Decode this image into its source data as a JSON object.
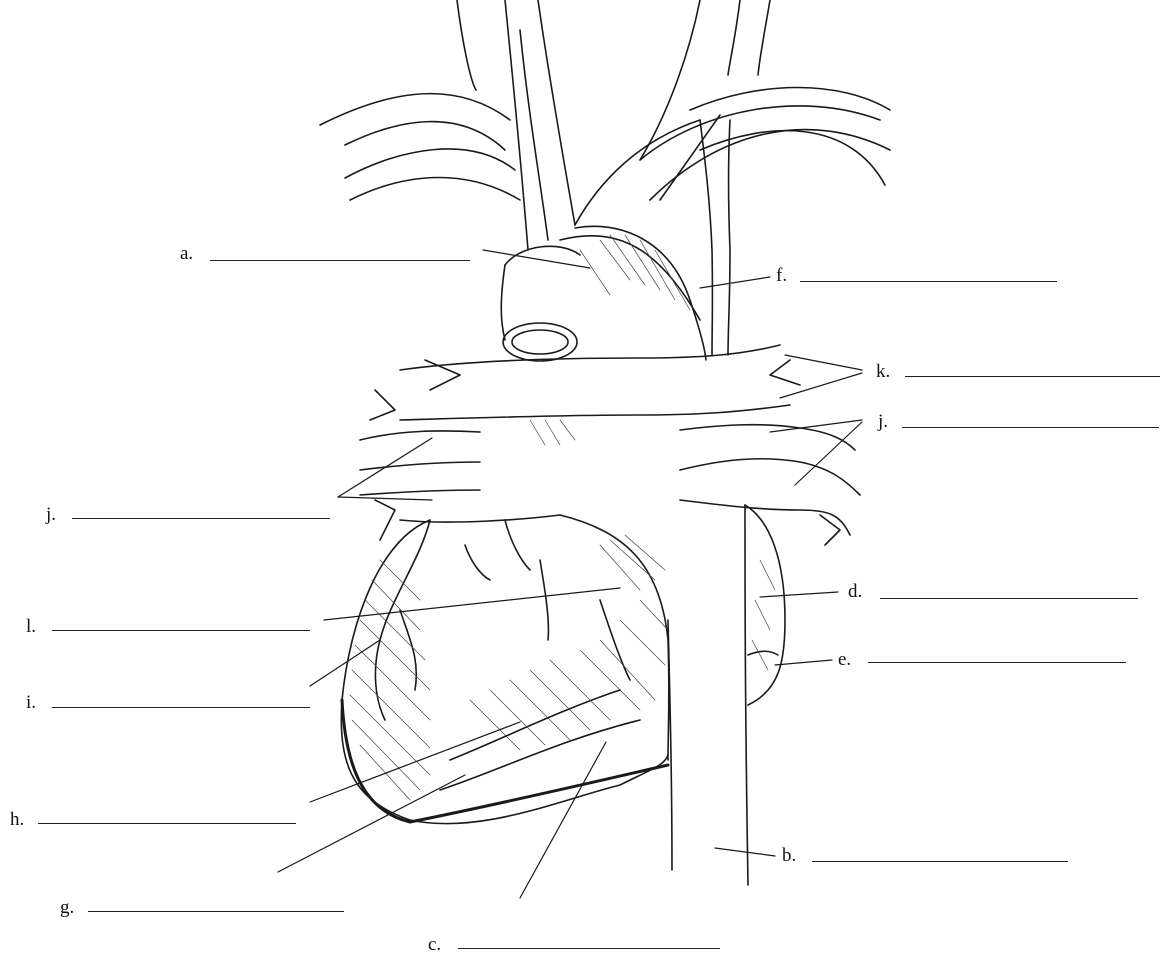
{
  "diagram": {
    "labels": {
      "a": "a.",
      "b": "b.",
      "c": "c.",
      "d": "d.",
      "e": "e.",
      "f": "f.",
      "g": "g.",
      "h": "h.",
      "i": "i.",
      "j_right": "j.",
      "j_left": "j.",
      "k": "k.",
      "l": "l."
    }
  }
}
